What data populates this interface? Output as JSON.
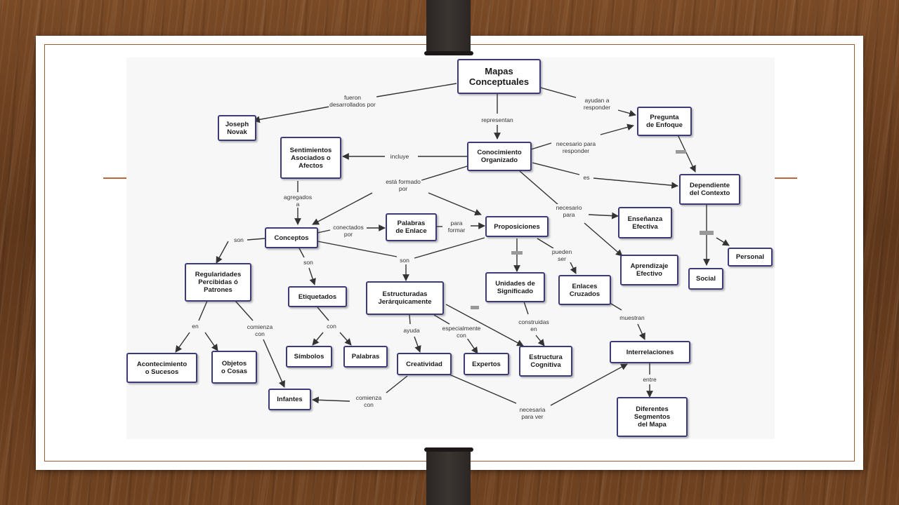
{
  "colors": {
    "wood": "#6a3f20",
    "card": "#ffffff",
    "frame": "#9a5a33",
    "node_border": "#3c3a78",
    "arrow": "#333333",
    "strap": "#2b2624"
  },
  "diagram": {
    "nodes": {
      "mapas": "Mapas\nConceptuales",
      "joseph": "Joseph\nNovak",
      "pregunta": "Pregunta\nde Enfoque",
      "conocimiento": "Conocimiento\nOrganizado",
      "sentimientos": "Sentimientos\nAsociados o\nAfectos",
      "dependiente": "Dependiente\ndel Contexto",
      "ensenanza": "Enseñanza\nEfectiva",
      "aprendizaje": "Aprendizaje\nEfectivo",
      "personal": "Personal",
      "social": "Social",
      "palabras_enlace": "Palabras\nde Enlace",
      "proposiciones": "Proposiciones",
      "conceptos": "Conceptos",
      "regularidades": "Regularidades\nPercibidas ó\nPatrones",
      "etiquetados": "Etiquetados",
      "estructuradas": "Estructuradas\nJerárquicamente",
      "unidades": "Unidades de\nSignificado",
      "enlaces_cruzados": "Enlaces\nCruzados",
      "simbolos": "Símbolos",
      "palabras": "Palabras",
      "creatividad": "Creatividad",
      "expertos": "Expertos",
      "estructura_cognitiva": "Estructura\nCognitiva",
      "interrelaciones": "Interrelaciones",
      "acontecimiento": "Acontecimiento\no Sucesos",
      "objetos": "Objetos\no Cosas",
      "infantes": "Infantes",
      "diferentes": "Diferentes\nSegmentos\ndel Mapa"
    },
    "links": {
      "fueron": "fueron\ndesarrollados por",
      "ayudan": "ayudan a\nresponder",
      "representan": "representan",
      "incluye": "incluye",
      "necesario_responder": "necesario para\nresponder",
      "es": "es",
      "esta_formado": "está formado\npor",
      "agregados": "agregados\na",
      "necesario_para": "necesario\npara",
      "conectados": "conectados\npor",
      "para_formar": "para\nformar",
      "son_left": "son",
      "son_etiq": "son",
      "son_estr": "son",
      "pueden_ser": "pueden\nser",
      "en": "en",
      "comienza_con": "comienza\ncon",
      "con": "con",
      "ayuda": "ayuda",
      "especialmente": "especialmente\ncon",
      "construidas": "construidas\nen",
      "muestran": "muestran",
      "comienza_con2": "comienza\ncon",
      "necesaria": "necesaria\npara ver",
      "entre": "entre"
    }
  }
}
